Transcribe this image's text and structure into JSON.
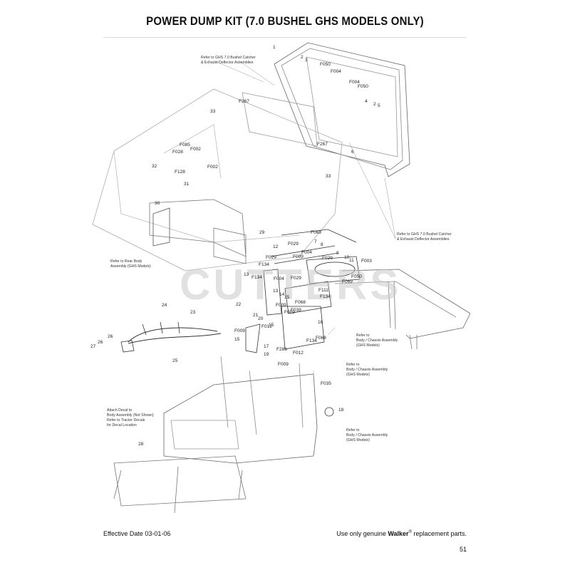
{
  "page_title": "POWER DUMP KIT (7.0 BUSHEL GHS MODELS ONLY)",
  "watermark": "CUTTERS",
  "notes": {
    "top_left": [
      "Refer to GHS 7.0 Bushel Catcher",
      "& Exhaust Deflector Assemblies"
    ],
    "right": [
      "Refer to GHS 7.0 Bushel Catcher",
      "& Exhaust Deflector Assemblies"
    ],
    "rear_body": [
      "Refer to Rear Body",
      "Assembly (GHS Models)"
    ],
    "chassis_1": [
      "Refer to",
      "Body / Chassis Assembly",
      "(GHS Models)"
    ],
    "chassis_2": [
      "Refer to",
      "Body / Chassis Assembly",
      "(GHS Models)"
    ],
    "chassis_3": [
      "Refer to",
      "Body / Chassis Assembly",
      "(GHS Models)"
    ],
    "decal": [
      "Attach Decal to",
      "Body Assembly (Not Shown)",
      "Refer to Tractor Decals",
      "for Decal Location"
    ]
  },
  "callouts": {
    "c1": "1",
    "c2a": "2",
    "c3": "3",
    "F050a": "F050",
    "F004a": "F004",
    "F004b": "F004",
    "F050b": "F050",
    "c4": "4",
    "c2b": "2",
    "c5": "5",
    "c33a": "33",
    "F267a": "F267",
    "F085": "F085",
    "F028": "F028",
    "F002a": "F002",
    "c32": "32",
    "F002b": "F002",
    "F128": "F128",
    "c31": "31",
    "F267b": "F267",
    "c6": "6",
    "c33b": "33",
    "c30": "30",
    "c29": "29",
    "F069a": "F069",
    "c7": "7",
    "c8": "8",
    "c12": "12",
    "F029a": "F029",
    "F029b": "F029",
    "F004c": "F004",
    "F009a": "F009",
    "c9": "9",
    "F029c": "F029",
    "c10": "10",
    "c11": "11",
    "F003": "F003",
    "F134a": "F134",
    "c13a": "13",
    "F134b": "F134",
    "F004d": "F004",
    "F029d": "F029",
    "F069b": "F069",
    "F050c": "F050",
    "c13b": "13",
    "c14": "14",
    "F111": "F111",
    "F134c": "F134",
    "c15a": "15",
    "c22": "22",
    "F009b": "F009",
    "F068a": "F068",
    "F009c": "F009",
    "F039": "F039",
    "c21": "21",
    "c20": "20",
    "c16": "16",
    "F009d": "F009",
    "F012a": "F012",
    "c15b": "15",
    "c15c": "15",
    "F134d": "F134",
    "F068b": "F068",
    "c17": "17",
    "F286": "F286",
    "c19": "19",
    "F012b": "F012",
    "c24": "24",
    "c23": "23",
    "c26": "26",
    "c27": "27",
    "c26b": "26",
    "c25": "25",
    "F009e": "F009",
    "F035": "F035",
    "c18": "18",
    "c28": "28"
  },
  "footer": {
    "effective_date": "Effective Date 03-01-06",
    "note_prefix": "Use only genuine ",
    "brand": "Walker",
    "reg": "®",
    "note_suffix": " replacement parts.",
    "page_number": "51"
  }
}
